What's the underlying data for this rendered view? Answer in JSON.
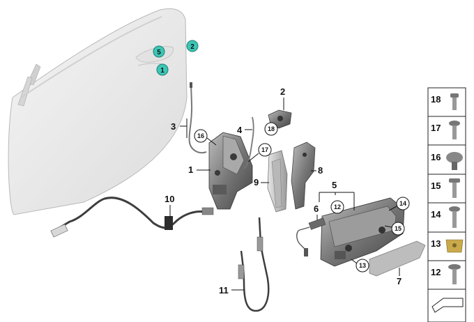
{
  "door_callouts": [
    {
      "label": "5",
      "color": "#3cc6b6"
    },
    {
      "label": "1",
      "color": "#3cc6b6"
    },
    {
      "label": "2",
      "color": "#3cc6b6"
    }
  ],
  "part_labels": {
    "p1": "1",
    "p2": "2",
    "p3": "3",
    "p4": "4",
    "p5": "5",
    "p6": "6",
    "p7": "7",
    "p8": "8",
    "p9": "9",
    "p10": "10",
    "p11": "11"
  },
  "circled_labels": {
    "c12": "12",
    "c13": "13",
    "c14": "14",
    "c15": "15",
    "c16": "16",
    "c17": "17",
    "c18": "18"
  },
  "fastener_panel": {
    "items": [
      "18",
      "17",
      "16",
      "15",
      "14",
      "13",
      "12"
    ]
  },
  "colors": {
    "callout_fill": "#3cc6b6",
    "door_fill": "#ececec",
    "part_dark": "#4a4a4a",
    "part_mid": "#8a8a8a"
  }
}
